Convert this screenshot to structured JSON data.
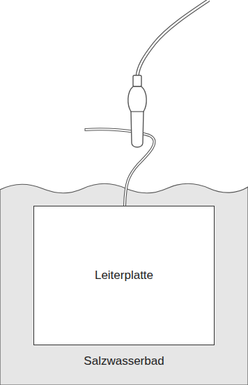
{
  "diagram": {
    "nodes": [
      {
        "text": [
          "Salzwasserbad"
        ]
      },
      {
        "text": [
          "Leiterplatte"
        ],
        "in": 0
      }
    ]
  }
}
